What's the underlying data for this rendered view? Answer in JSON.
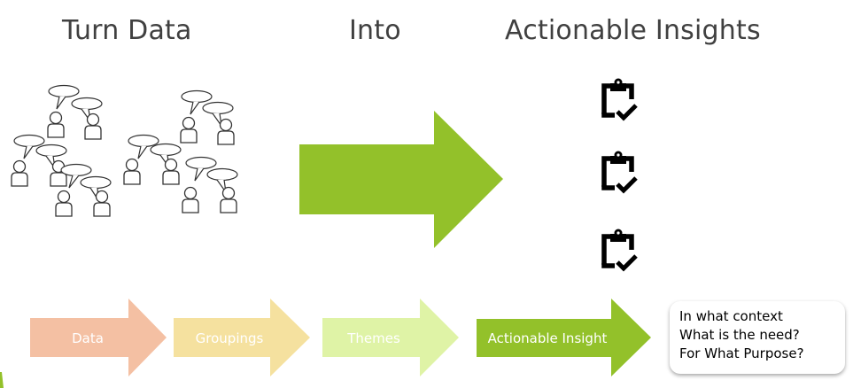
{
  "headings": {
    "left": "Turn Data",
    "middle": "Into",
    "right": "Actionable Insights"
  },
  "icons": {
    "people_groups": "people-with-speech-bubbles-icon",
    "main_arrow": "right-arrow-icon",
    "insights": [
      "clipboard-check-icon",
      "clipboard-check-icon",
      "clipboard-check-icon"
    ]
  },
  "process_steps": [
    {
      "label": "Data",
      "color": "#F4C0A3"
    },
    {
      "label": "Groupings",
      "color": "#F5E19F"
    },
    {
      "label": "Themes",
      "color": "#DFF3A6"
    },
    {
      "label": "Actionable Insight",
      "color": "#93C12A"
    }
  ],
  "main_arrow_color": "#93C12A",
  "callout": {
    "lines": [
      "In what context",
      "What is the need?",
      "For What Purpose?"
    ]
  }
}
